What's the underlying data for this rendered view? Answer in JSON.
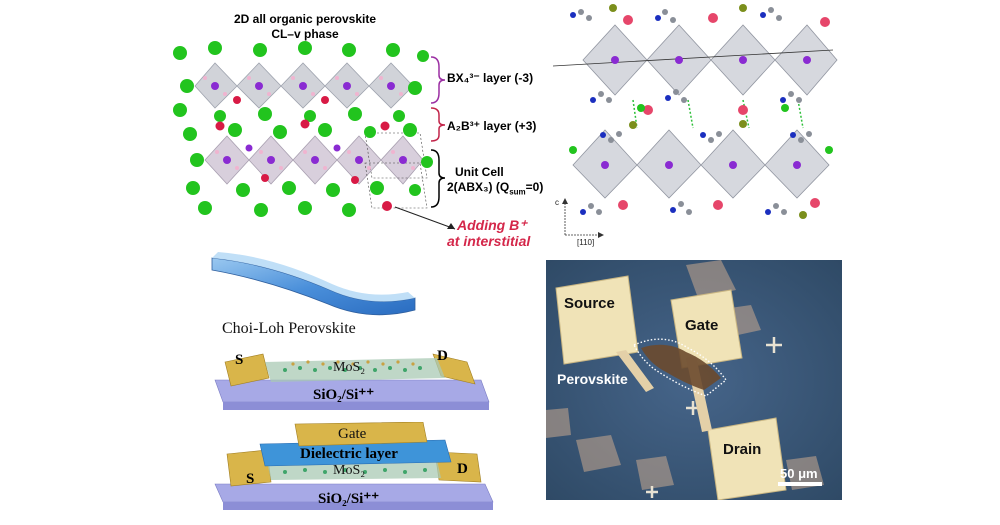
{
  "crystal": {
    "title_line1": "2D all organic perovskite",
    "title_line2": "CL–v phase",
    "bx4_layer": "BX₄³⁻ layer (-3)",
    "a2b_layer": "A₂B³⁺ layer (+3)",
    "unit_cell_line1": "Unit Cell",
    "unit_cell_line2": "2(ABX₃) (Q",
    "unit_cell_sub": "sum",
    "unit_cell_end": "=0)",
    "adding_line1": "Adding B⁺",
    "adding_line2": "at interstitial"
  },
  "structure_axes": {
    "c_label": "c",
    "dir_label": "[110]"
  },
  "devices": {
    "flake_label": "Choi-Loh Perovskite",
    "dev1_source": "S",
    "dev1_drain": "D",
    "dev1_channel": "MoS₂",
    "dev1_substrate": "SiO₂/Si⁺⁺",
    "dev2_gate": "Gate",
    "dev2_dielectric": "Dielectric layer",
    "dev2_channel": "MoS₂",
    "dev2_source": "S",
    "dev2_drain": "D",
    "dev2_substrate": "SiO₂/Si⁺⁺"
  },
  "micrograph": {
    "source": "Source",
    "gate": "Gate",
    "perovskite": "Perovskite",
    "drain": "Drain",
    "scale": "50 μm"
  },
  "colors": {
    "green_atom": "#22c41e",
    "purple_atom": "#8a2bd2",
    "red_atom": "#d81a45",
    "bracket": "#9b2fa3",
    "adding_text": "#d4274a",
    "micrograph_bg": "#3d5a78",
    "gold_pad": "#f0e3b7"
  }
}
